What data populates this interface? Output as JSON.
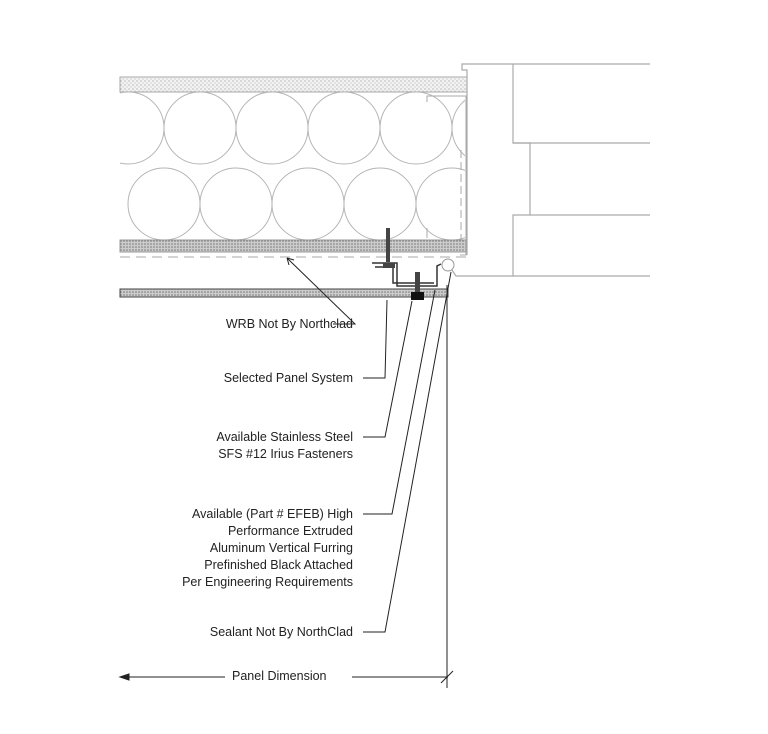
{
  "labels": {
    "wrb": "WRB Not By Northclad",
    "panel_system": "Selected Panel System",
    "fasteners_line1": "Available Stainless Steel",
    "fasteners_line2": "SFS #12 Irius Fasteners",
    "furring_line1": "Available (Part # EFEB) High",
    "furring_line2": "Performance Extruded",
    "furring_line3": "Aluminum Vertical Furring",
    "furring_line4": "Prefinished Black Attached",
    "furring_line5": "Per Engineering Requirements",
    "sealant": "Sealant Not By NorthClad"
  },
  "dimension": {
    "label": "Panel Dimension"
  },
  "colors": {
    "line": "#9a9a9a",
    "ink": "#222222"
  }
}
